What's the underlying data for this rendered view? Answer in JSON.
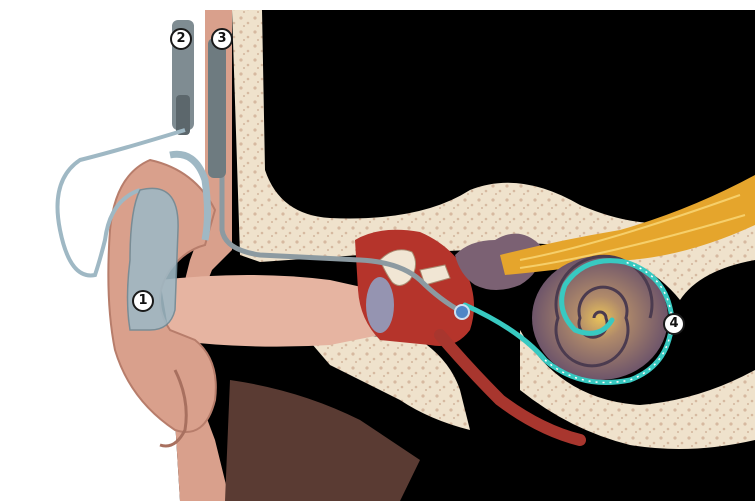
{
  "diagram": {
    "callouts": [
      {
        "number": "1",
        "part": "speech-processor"
      },
      {
        "number": "2",
        "part": "microphone-headpiece"
      },
      {
        "number": "3",
        "part": "electrode-lead"
      },
      {
        "number": "4",
        "part": "cochlear-electrode-array"
      }
    ]
  },
  "colors": {
    "background": "#000000",
    "page": "#ffffff",
    "skin": "#d9a08c",
    "bone": "#efe2cc",
    "device": "#9fb8c4",
    "electrode": "#38c9c1",
    "nerve": "#e5a52c",
    "cochlea": "#7b6173"
  }
}
